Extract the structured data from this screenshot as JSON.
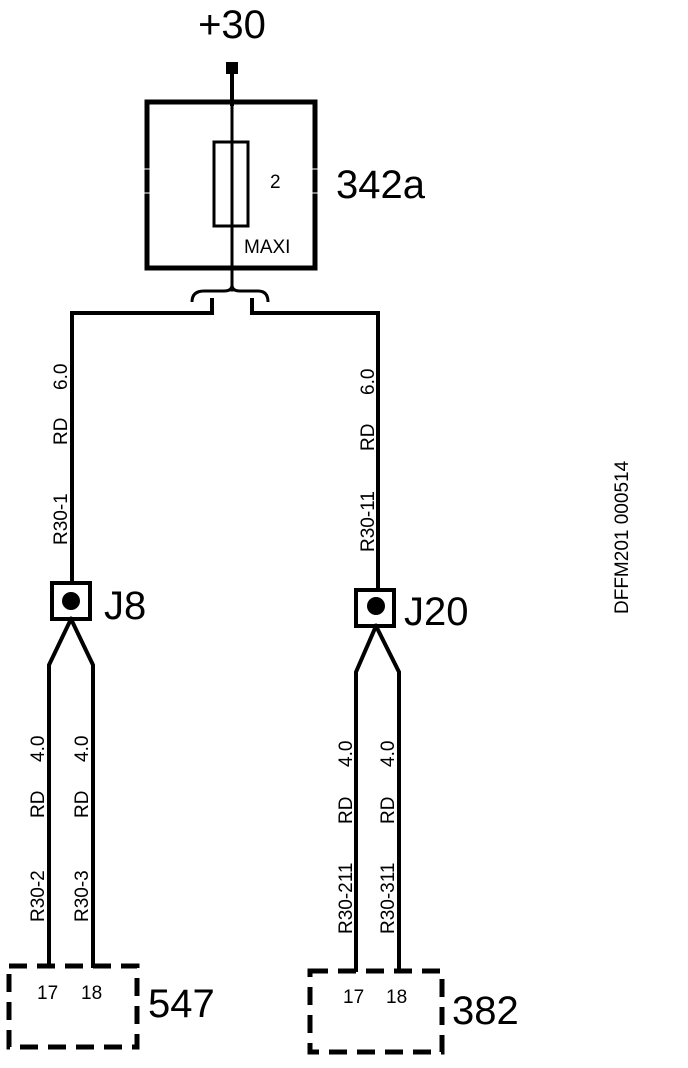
{
  "supply": {
    "label": "+30"
  },
  "fuse": {
    "id": "342a",
    "number": "2",
    "type": "MAXI"
  },
  "left_branch": {
    "wire_size": "6.0",
    "color": "RD",
    "circuit": "R30-1",
    "junction": "J8",
    "sub_wires": [
      {
        "size": "4.0",
        "color": "RD",
        "circuit": "R30-2"
      },
      {
        "size": "4.0",
        "color": "RD",
        "circuit": "R30-3"
      }
    ],
    "connector": {
      "id": "547",
      "pins": [
        "17",
        "18"
      ]
    }
  },
  "right_branch": {
    "wire_size": "6.0",
    "color": "RD",
    "circuit": "R30-11",
    "junction": "J20",
    "sub_wires": [
      {
        "size": "4.0",
        "color": "RD",
        "circuit": "R30-211"
      },
      {
        "size": "4.0",
        "color": "RD",
        "circuit": "R30-311"
      }
    ],
    "connector": {
      "id": "382",
      "pins": [
        "17",
        "18"
      ]
    }
  },
  "doc_ref": "DFFM201 000514"
}
